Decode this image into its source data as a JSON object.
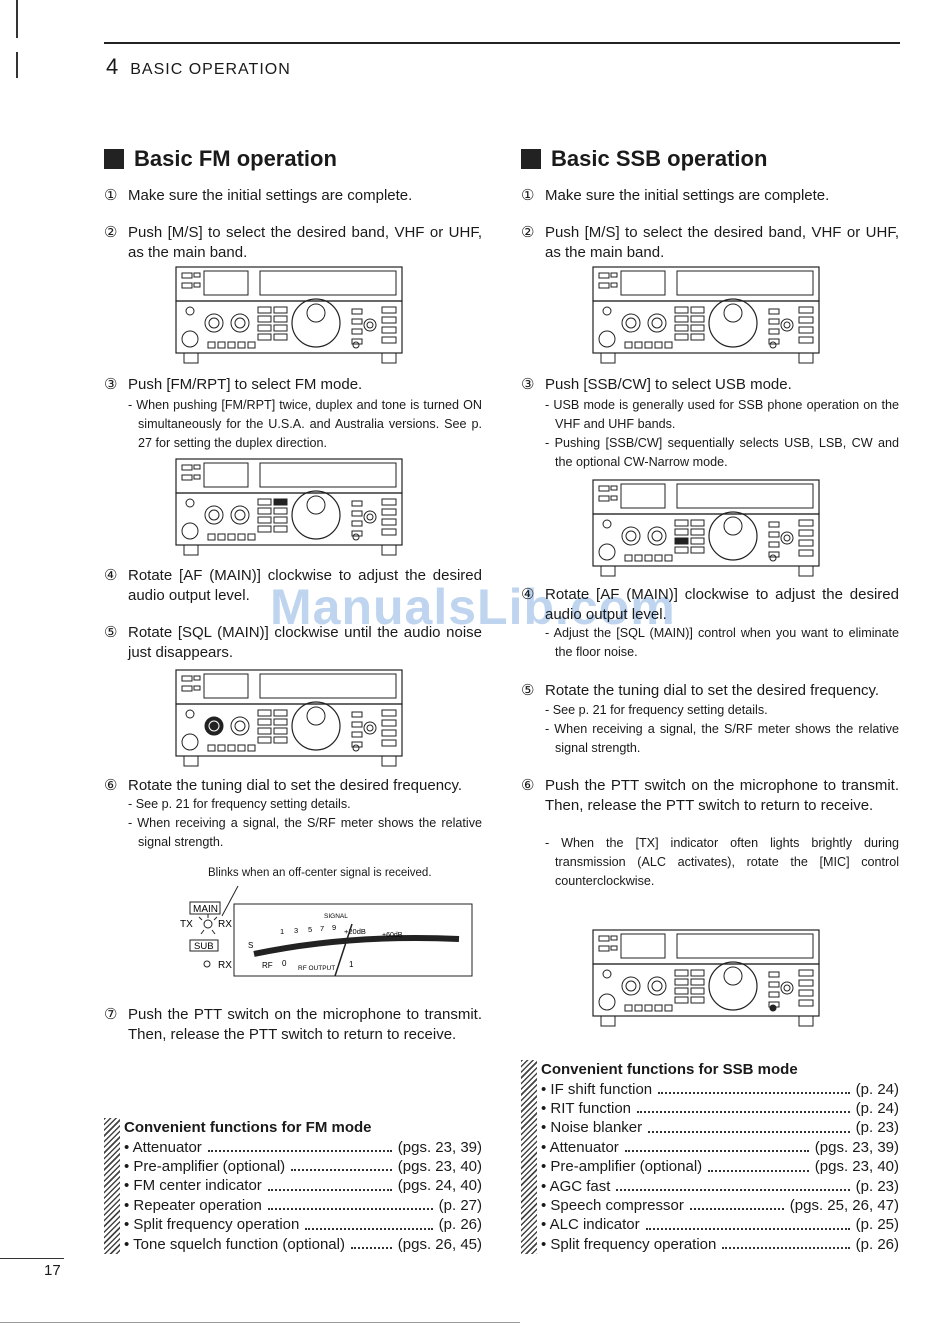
{
  "header": {
    "chapter": "4",
    "title": "BASIC OPERATION"
  },
  "page_number": "17",
  "watermark": "ManualsLib.com",
  "fm": {
    "title": "Basic FM operation",
    "steps": [
      {
        "num": "①",
        "text": "Make sure the initial settings are complete."
      },
      {
        "num": "②",
        "text": "Push [M/S] to select the desired band, VHF or UHF, as the main band."
      },
      {
        "num": "③",
        "text": "Push [FM/RPT] to select FM mode.",
        "notes": [
          "When pushing [FM/RPT] twice, duplex and tone is turned ON simultaneously for the U.S.A. and Australia versions. See p. 27 for setting the duplex direction."
        ]
      },
      {
        "num": "④",
        "text": "Rotate [AF (MAIN)] clockwise to adjust the desired audio output level."
      },
      {
        "num": "⑤",
        "text": "Rotate [SQL (MAIN)] clockwise until the audio noise just disappears."
      },
      {
        "num": "⑥",
        "text": "Rotate the tuning dial to set the desired frequency.",
        "notes": [
          "See p. 21 for frequency setting details.",
          "When receiving a signal, the S/RF meter shows the relative signal strength."
        ]
      },
      {
        "num": "⑦",
        "text": "Push the PTT switch on the microphone to transmit. Then, release the PTT switch to return to receive."
      }
    ],
    "meter": {
      "caption": "Blinks when an off-center signal is received.",
      "main": "MAIN",
      "tx": "TX",
      "rx": "RX",
      "sub": "SUB",
      "rx2": "RX",
      "signal": "SIGNAL",
      "scale": [
        "1",
        "3",
        "5",
        "7",
        "9",
        "+20dB",
        "+60dB"
      ],
      "s": "S",
      "rf": "RF",
      "zero": "0",
      "rf_output": "RF OUTPUT",
      "one": "1"
    },
    "convenient": {
      "title": "Convenient functions for FM mode",
      "items": [
        {
          "label": "• Attenuator",
          "ref": "(pgs. 23, 39)"
        },
        {
          "label": "• Pre-amplifier (optional)",
          "ref": "(pgs. 23, 40)"
        },
        {
          "label": "• FM center indicator",
          "ref": "(pgs. 24, 40)"
        },
        {
          "label": "• Repeater operation",
          "ref": "(p. 27)"
        },
        {
          "label": "• Split frequency operation",
          "ref": "(p. 26)"
        },
        {
          "label": "• Tone squelch function (optional)",
          "ref": "(pgs. 26, 45)"
        }
      ]
    }
  },
  "ssb": {
    "title": "Basic SSB operation",
    "steps": [
      {
        "num": "①",
        "text": "Make sure the initial settings are complete."
      },
      {
        "num": "②",
        "text": "Push [M/S] to select the desired band, VHF or UHF, as the main band."
      },
      {
        "num": "③",
        "text": "Push [SSB/CW] to select USB mode.",
        "notes": [
          "USB mode is generally used for SSB phone operation on the VHF and UHF bands.",
          "Pushing [SSB/CW] sequentially selects USB, LSB, CW and the optional CW-Narrow mode."
        ]
      },
      {
        "num": "④",
        "text": "Rotate [AF (MAIN)] clockwise to adjust the desired audio output level.",
        "notes": [
          "Adjust the [SQL (MAIN)] control when you want to eliminate the floor noise."
        ]
      },
      {
        "num": "⑤",
        "text": "Rotate the tuning dial to set the desired frequency.",
        "notes": [
          "See p. 21 for frequency setting details.",
          "When receiving a signal, the S/RF meter shows the relative signal strength."
        ]
      },
      {
        "num": "⑥",
        "text": "Push the PTT switch on the microphone to transmit. Then, release the PTT switch to return to receive.",
        "notes": [
          "When the [TX] indicator often lights brightly during transmission (ALC activates), rotate the [MIC] control counterclockwise."
        ]
      }
    ],
    "convenient": {
      "title": "Convenient functions for SSB mode",
      "items": [
        {
          "label": "• IF shift function",
          "ref": "(p. 24)"
        },
        {
          "label": "• RIT function",
          "ref": "(p. 24)"
        },
        {
          "label": "• Noise blanker",
          "ref": "(p. 23)"
        },
        {
          "label": "• Attenuator",
          "ref": "(pgs. 23, 39)"
        },
        {
          "label": "• Pre-amplifier (optional)",
          "ref": "(pgs. 23, 40)"
        },
        {
          "label": "• AGC fast",
          "ref": "(p. 23)"
        },
        {
          "label": "• Speech compressor",
          "ref": "(pgs. 25, 26, 47)"
        },
        {
          "label": "• ALC indicator",
          "ref": "(p. 25)"
        },
        {
          "label": "• Split frequency operation",
          "ref": "(p. 26)"
        }
      ]
    }
  }
}
